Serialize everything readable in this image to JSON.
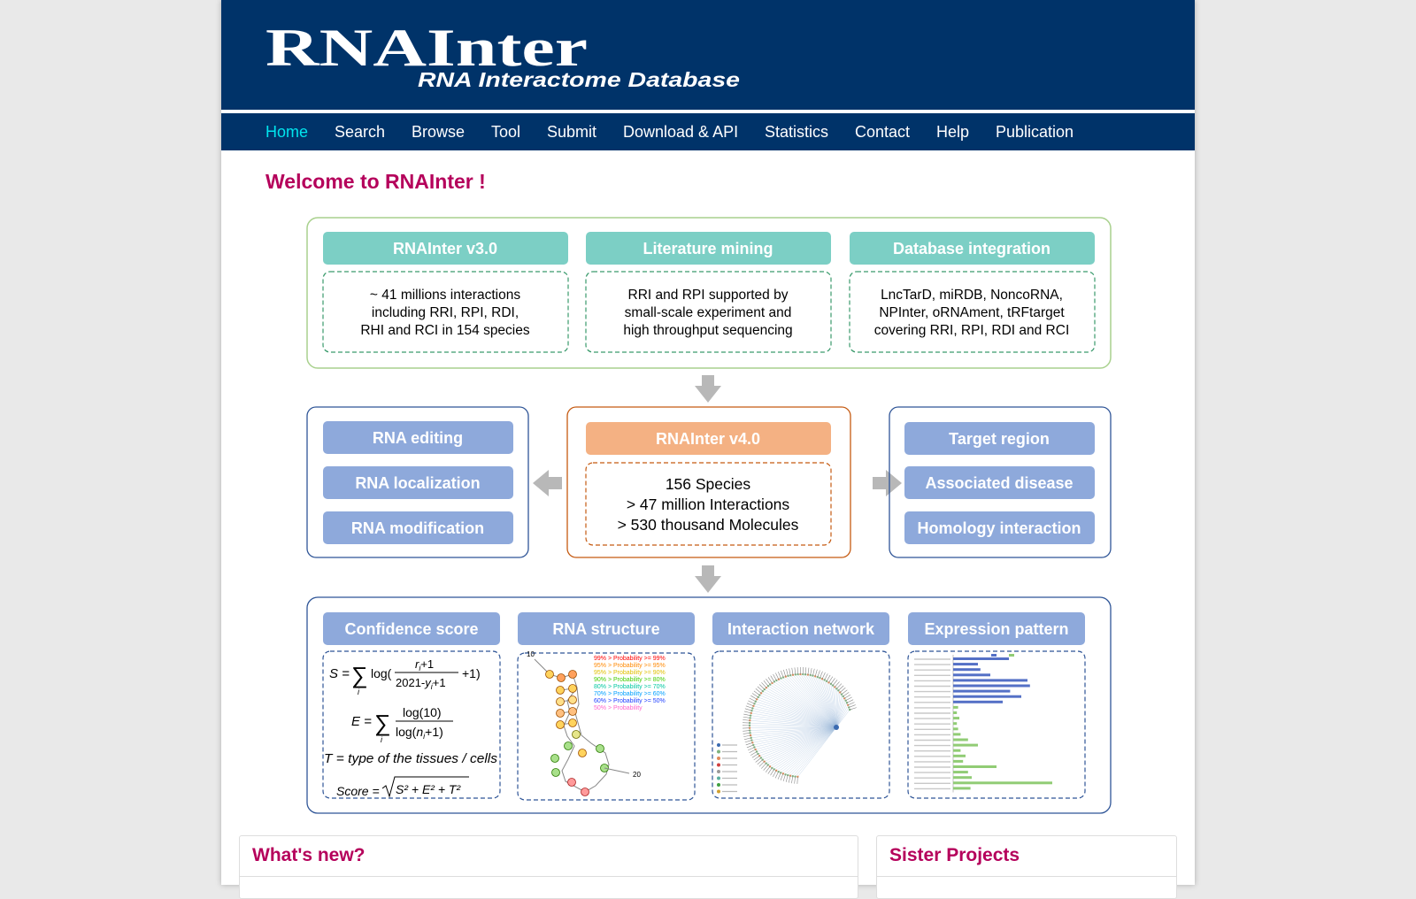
{
  "logo": {
    "name": "RNAInter",
    "tagline": "RNA Interactome Database"
  },
  "nav": [
    "Home",
    "Search",
    "Browse",
    "Tool",
    "Submit",
    "Download & API",
    "Statistics",
    "Contact",
    "Help",
    "Publication"
  ],
  "welcome": "Welcome to RNAInter !",
  "row1": [
    {
      "title": "RNAInter v3.0",
      "lines": [
        "~ 41 millions interactions",
        "including RRI, RPI, RDI,",
        "RHI and RCI in 154 species"
      ]
    },
    {
      "title": "Literature mining",
      "lines": [
        "RRI and RPI supported by",
        "small-scale experiment and",
        "high throughput sequencing"
      ]
    },
    {
      "title": "Database integration",
      "lines": [
        "LncTarD, miRDB, NoncoRNA,",
        "NPInter, oRNAment, tRFtarget",
        "covering RRI, RPI, RDI and RCI"
      ]
    }
  ],
  "left_features": [
    "RNA editing",
    "RNA localization",
    "RNA modification"
  ],
  "center": {
    "title": "RNAInter v4.0",
    "lines": [
      "156 Species",
      "> 47 million Interactions",
      "> 530 thousand Molecules"
    ]
  },
  "right_features": [
    "Target region",
    "Associated disease",
    "Homology interaction"
  ],
  "tools": [
    "Confidence score",
    "RNA structure",
    "Interaction network",
    "Expression pattern"
  ],
  "formulas": {
    "s_lhs": "S =",
    "s_log": "log(",
    "s_num": "r",
    "s_num_sub": "i",
    "s_num_tail": "+1",
    "s_den": "2021-",
    "s_den_y": "y",
    "s_den_sub": "i",
    "s_den_tail": "+1",
    "s_tail": "+1)",
    "s_idx": "i",
    "e_lhs": "E =",
    "e_num": "log(10)",
    "e_den": "log(",
    "e_den_n": "n",
    "e_den_sub": "i",
    "e_den_tail": "+1)",
    "e_idx": "i",
    "t_line": "T = type of the tissues / cells",
    "score_lhs": "Score =",
    "score_rhs": "S² + E² + T²"
  },
  "structure": {
    "start": "10",
    "end": "20",
    "legend": [
      "99% > Probability >= 99%",
      "95% > Probability >= 95%",
      "95% > Probability >= 90%",
      "90% > Probability >= 80%",
      "80% > Probability >= 70%",
      "70% > Probability >= 60%",
      "60% > Probability >= 50%",
      "50% > Probability"
    ],
    "legend_colors": [
      "#ff0000",
      "#ff8800",
      "#e0c000",
      "#44cc00",
      "#00c8a0",
      "#00a0ff",
      "#2040ff",
      "#ff66cc"
    ]
  },
  "sections": {
    "whats_new": "What's new?",
    "sister": "Sister Projects"
  },
  "colors": {
    "navy": "#003369",
    "accent": "#b5005b",
    "teal": "#7ccfc5",
    "lavender": "#8ea9db",
    "orange": "#f4b183",
    "active_nav": "#00e5ee"
  }
}
